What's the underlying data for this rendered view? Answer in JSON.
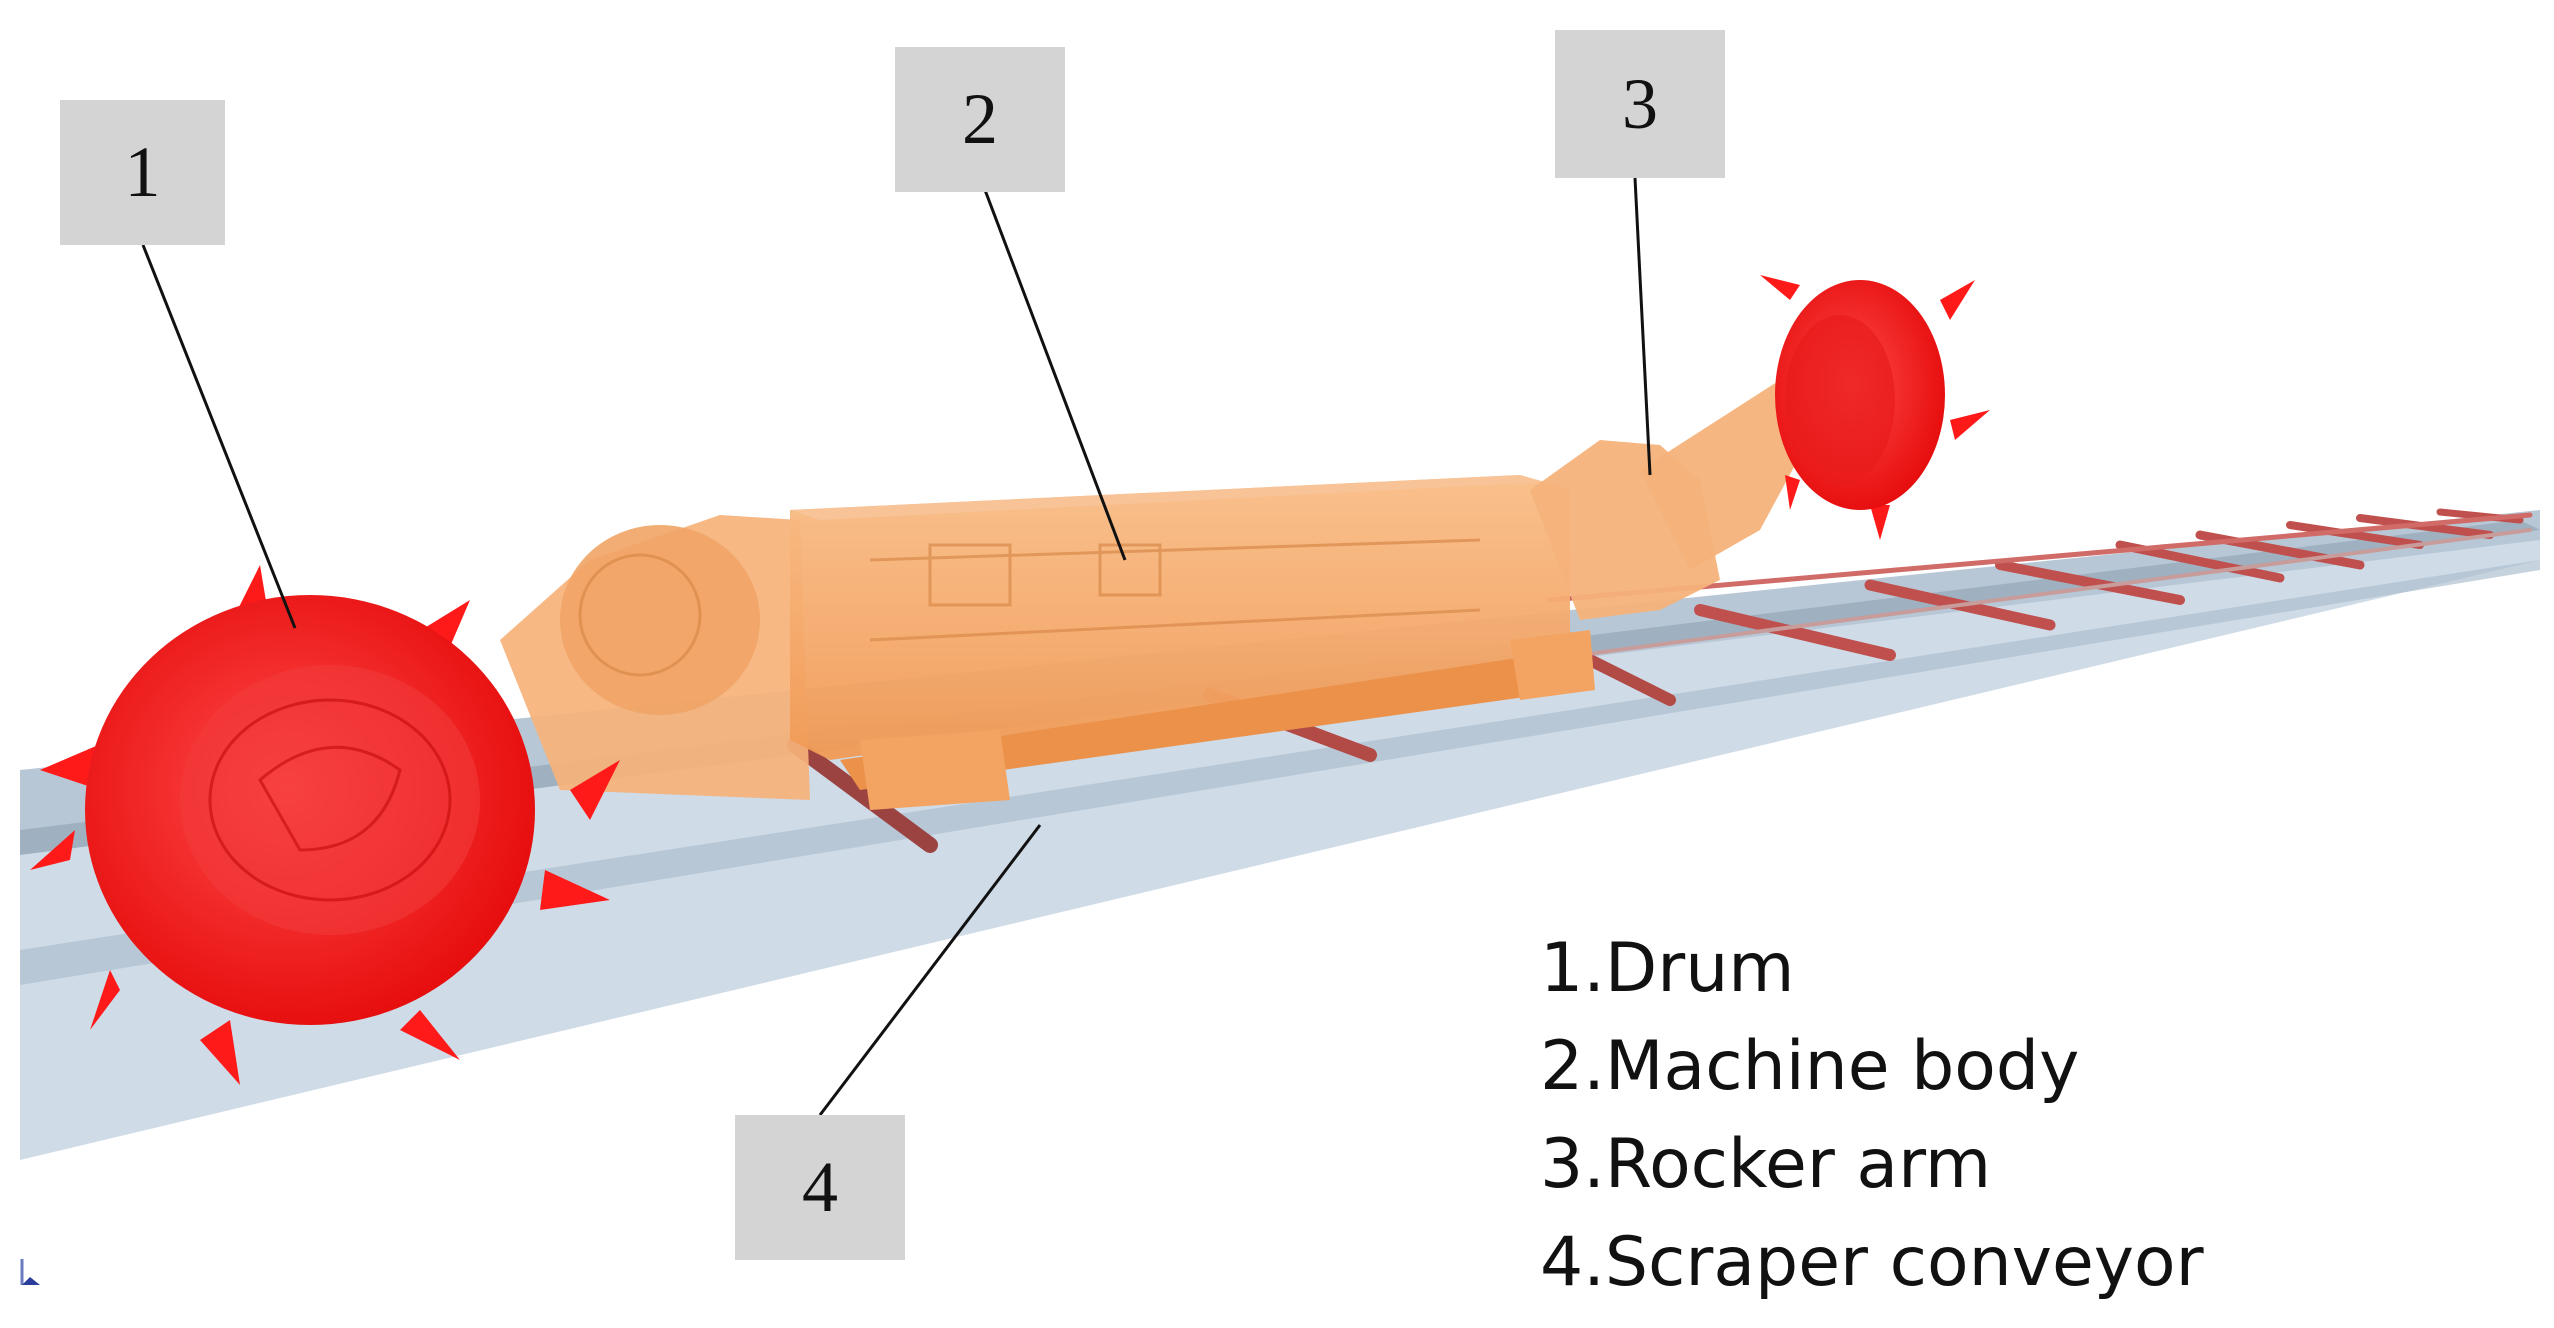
{
  "callouts": [
    {
      "number": "1"
    },
    {
      "number": "2"
    },
    {
      "number": "3"
    },
    {
      "number": "4"
    }
  ],
  "legend": [
    "1.Drum",
    "2.Machine body",
    "3.Rocker arm",
    "4.Scraper conveyor"
  ],
  "colors": {
    "drum": "#ff1a1a",
    "machine_body": "#f7a866",
    "conveyor_top": "#c9d7e6",
    "conveyor_side": "#a9b9c8",
    "rail_rods": "#c0504d",
    "callout_box": "#d4d4d4"
  }
}
